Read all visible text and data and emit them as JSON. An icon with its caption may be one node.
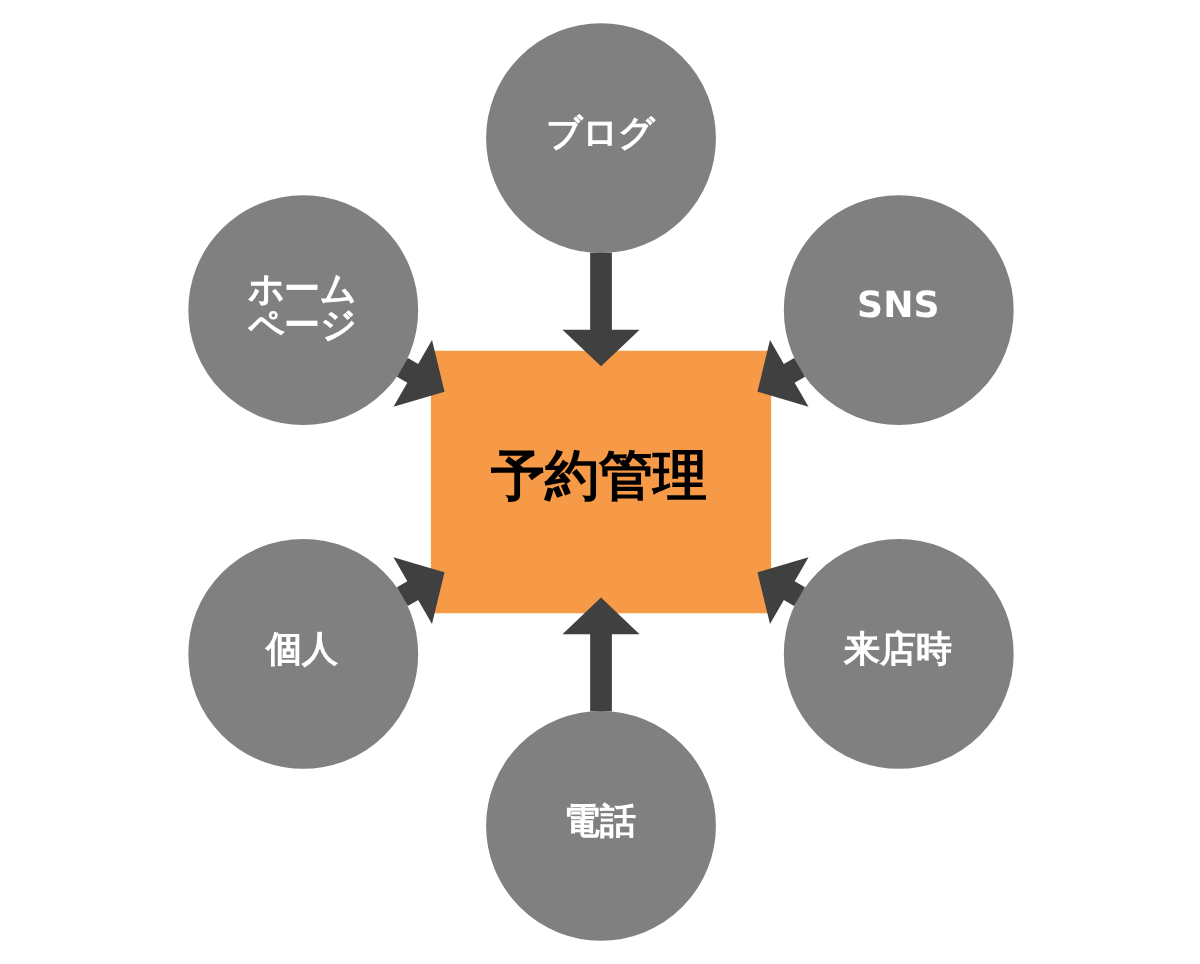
{
  "diagram": {
    "nodes": [
      {
        "text": [
          "ブログ"
        ]
      },
      {
        "text": [
          "ホームページ"
        ]
      },
      {
        "text": [
          "SNS"
        ]
      },
      {
        "text": [
          "予約管理"
        ]
      },
      {
        "text": [
          "個人"
        ]
      },
      {
        "text": [
          "来店時"
        ]
      },
      {
        "text": [
          "電話"
        ]
      }
    ],
    "edges": [
      {
        "from": 0,
        "to": 3,
        "arrow": "to"
      },
      {
        "from": 1,
        "to": 3,
        "arrow": "to"
      },
      {
        "from": 2,
        "to": 3,
        "arrow": "to"
      },
      {
        "from": 4,
        "to": 3,
        "arrow": "to"
      },
      {
        "from": 5,
        "to": 3,
        "arrow": "to"
      },
      {
        "from": 6,
        "to": 3,
        "arrow": "to"
      }
    ]
  }
}
